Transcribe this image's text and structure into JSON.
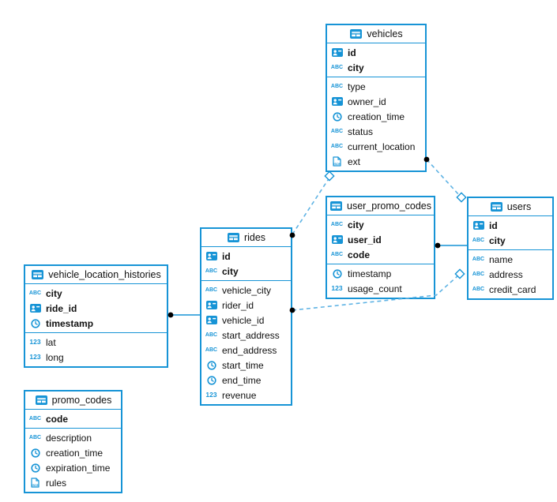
{
  "diagram": {
    "tool": "schema-diagram",
    "icons": {
      "text_label": "ABC",
      "number_label": "123",
      "json_label": "JSON"
    },
    "colors": {
      "accent": "#1794d6",
      "dashed_line": "#5fb3e4",
      "connector_dot": "#000000",
      "background": "#ffffff"
    },
    "tables": [
      {
        "name": "vehicles",
        "primary_key_columns": [
          {
            "name": "id",
            "type": "uuid"
          },
          {
            "name": "city",
            "type": "text"
          }
        ],
        "columns": [
          {
            "name": "type",
            "type": "text"
          },
          {
            "name": "owner_id",
            "type": "uuid"
          },
          {
            "name": "creation_time",
            "type": "time"
          },
          {
            "name": "status",
            "type": "text"
          },
          {
            "name": "current_location",
            "type": "text"
          },
          {
            "name": "ext",
            "type": "json"
          }
        ]
      },
      {
        "name": "user_promo_codes",
        "primary_key_columns": [
          {
            "name": "city",
            "type": "text"
          },
          {
            "name": "user_id",
            "type": "uuid"
          },
          {
            "name": "code",
            "type": "text"
          }
        ],
        "columns": [
          {
            "name": "timestamp",
            "type": "time"
          },
          {
            "name": "usage_count",
            "type": "number"
          }
        ]
      },
      {
        "name": "users",
        "primary_key_columns": [
          {
            "name": "id",
            "type": "uuid"
          },
          {
            "name": "city",
            "type": "text"
          }
        ],
        "columns": [
          {
            "name": "name",
            "type": "text"
          },
          {
            "name": "address",
            "type": "text"
          },
          {
            "name": "credit_card",
            "type": "text"
          }
        ]
      },
      {
        "name": "rides",
        "primary_key_columns": [
          {
            "name": "id",
            "type": "uuid"
          },
          {
            "name": "city",
            "type": "text"
          }
        ],
        "columns": [
          {
            "name": "vehicle_city",
            "type": "text"
          },
          {
            "name": "rider_id",
            "type": "uuid"
          },
          {
            "name": "vehicle_id",
            "type": "uuid"
          },
          {
            "name": "start_address",
            "type": "text"
          },
          {
            "name": "end_address",
            "type": "text"
          },
          {
            "name": "start_time",
            "type": "time"
          },
          {
            "name": "end_time",
            "type": "time"
          },
          {
            "name": "revenue",
            "type": "number"
          }
        ]
      },
      {
        "name": "vehicle_location_histories",
        "primary_key_columns": [
          {
            "name": "city",
            "type": "text"
          },
          {
            "name": "ride_id",
            "type": "uuid"
          },
          {
            "name": "timestamp",
            "type": "time"
          }
        ],
        "columns": [
          {
            "name": "lat",
            "type": "number"
          },
          {
            "name": "long",
            "type": "number"
          }
        ]
      },
      {
        "name": "promo_codes",
        "primary_key_columns": [
          {
            "name": "code",
            "type": "text"
          }
        ],
        "columns": [
          {
            "name": "description",
            "type": "text"
          },
          {
            "name": "creation_time",
            "type": "time"
          },
          {
            "name": "expiration_time",
            "type": "time"
          },
          {
            "name": "rules",
            "type": "json"
          }
        ]
      }
    ],
    "relations": [
      {
        "from": "vehicle_location_histories",
        "to": "rides",
        "style": "solid"
      },
      {
        "from": "user_promo_codes",
        "to": "users",
        "style": "solid"
      },
      {
        "from": "vehicles",
        "to": "users",
        "style": "dashed"
      },
      {
        "from": "vehicles",
        "to": "rides",
        "style": "dashed"
      },
      {
        "from": "rides",
        "to": "users",
        "style": "dashed"
      }
    ]
  }
}
